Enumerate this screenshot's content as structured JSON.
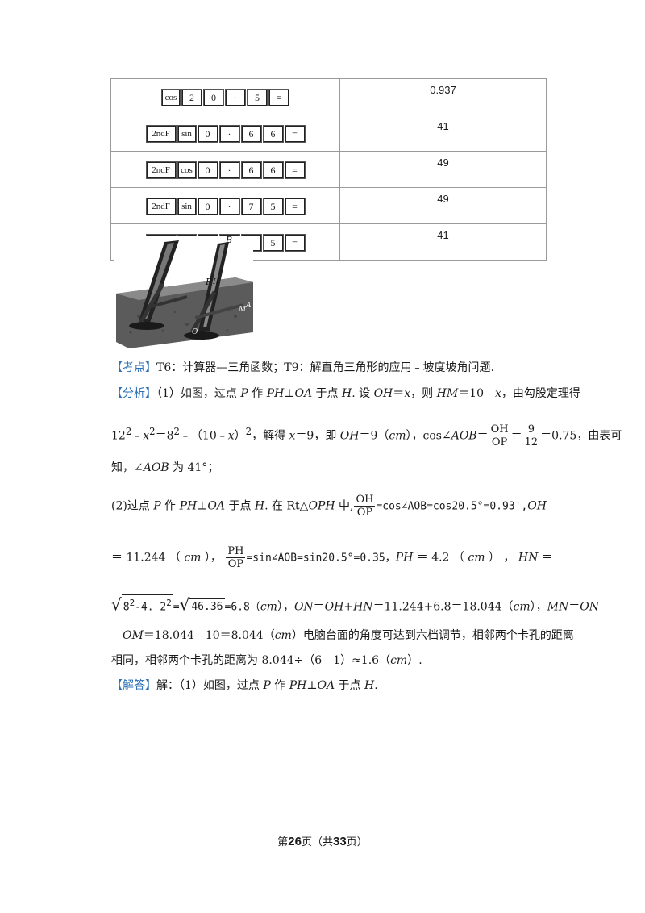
{
  "table": {
    "rows": [
      {
        "keys": [
          "cos",
          "2",
          "0",
          "·",
          "5",
          "="
        ],
        "result": "0.937"
      },
      {
        "keys": [
          "2ndF",
          "sin",
          "0",
          "·",
          "6",
          "6",
          "="
        ],
        "result": "41"
      },
      {
        "keys": [
          "2ndF",
          "cos",
          "0",
          "·",
          "6",
          "6",
          "="
        ],
        "result": "49"
      },
      {
        "keys": [
          "2ndF",
          "sin",
          "0",
          "·",
          "7",
          "5",
          "="
        ],
        "result": "49"
      },
      {
        "keys": [
          "2ndF",
          "cos",
          "0",
          "·",
          "7",
          "5",
          "="
        ],
        "result": "41"
      }
    ]
  },
  "figure": {
    "labels": {
      "b": "B",
      "p": "P",
      "h": "H",
      "m": "M",
      "a": "A",
      "o": "O"
    }
  },
  "kaodian": {
    "tag": "【考点】",
    "text": "T6：计算器—三角函数；T9：解直角三角形的应用﹣坡度坡角问题."
  },
  "fenxi": {
    "tag": "【分析】",
    "l1a": "（1）如图，过点 ",
    "l1b": "P",
    "l1c": " 作 ",
    "l1d": "PH",
    "l1e": "⊥",
    "l1f": "OA",
    "l1g": " 于点 ",
    "l1h": "H",
    "l1i": ". 设 ",
    "l1j": "OH",
    "l1k": "＝",
    "l1l": "x",
    "l1m": "，则 ",
    "l1n": "HM",
    "l1o": "＝10﹣",
    "l1p": "x",
    "l1q": "，由勾股定理得",
    "l2a": "12",
    "l2b": "2",
    "l2c": "﹣",
    "l2d": "x",
    "l2e": "2",
    "l2f": "＝8",
    "l2g": "2",
    "l2h": "﹣（10﹣",
    "l2i": "x",
    "l2j": "）",
    "l2k": "2",
    "l2l": "，解得 ",
    "l2m": "x",
    "l2n": "＝9，即 ",
    "l2o": "OH",
    "l2p": "＝9（",
    "l2q": "cm",
    "l2r": "），cos∠",
    "l2s": "AOB",
    "l2t": "＝",
    "f1n": "OH",
    "f1d": "OP",
    "l2u": "＝",
    "f2n": "9",
    "f2d": "12",
    "l2v": "＝0.75，由表可",
    "l3a": "知，∠",
    "l3b": "AOB",
    "l3c": " 为 41°；",
    "l4a": "(2)过点 ",
    "l4b": "P",
    "l4c": " 作 ",
    "l4d": "PH",
    "l4e": "⊥",
    "l4f": "OA",
    "l4g": " 于点 ",
    "l4h": "H",
    "l4i": ". 在 Rt△",
    "l4j": "OPH",
    "l4k": " 中,",
    "f3n": "OH",
    "f3d": "OP",
    "l4l": "=cos∠AOB=cos20.5°=0.93',",
    "l4m": "OH",
    "l5a": "＝ 11.244 （ ",
    "l5b": "cm",
    "l5c": " ）， ",
    "f4n": "PH",
    "f4d": "OP",
    "l5d": "=sin∠AOB=sin20.5°=0.35，",
    "l5e": "PH",
    "l5f": " ＝ 4.2 （ ",
    "l5g": "cm",
    "l5h": " ） ，  ",
    "l5i": "HN",
    "l5j": " ＝",
    "l6a": "√",
    "l6b": "8",
    "l6c": "2",
    "l6d": "-4. 2",
    "l6e": "2",
    "l6f": "=",
    "l6g": "√",
    "l6h": "46.36",
    "l6i": "=6.8（",
    "l6j": "cm",
    "l6k": "），",
    "l6l": "ON",
    "l6m": "＝",
    "l6n": "OH",
    "l6o": "+",
    "l6p": "HN",
    "l6q": "＝11.244+6.8＝18.044（",
    "l6r": "cm",
    "l6s": "），",
    "l6t": "MN",
    "l6u": "＝",
    "l6v": "ON",
    "l7a": "﹣",
    "l7b": "OM",
    "l7c": "＝18.044﹣10＝8.044（",
    "l7d": "cm",
    "l7e": "）电脑台面的角度可达到六档调节，相邻两个卡孔的距离",
    "l8a": "相同，相邻两个卡孔的距离为 8.044÷（6﹣1）≈1.6（",
    "l8b": "cm",
    "l8c": "）."
  },
  "jieda": {
    "tag": "【解答】",
    "t1": "解：（1）如图，过点 ",
    "t2": "P",
    "t3": " 作 ",
    "t4": "PH",
    "t5": "⊥",
    "t6": "OA",
    "t7": " 于点 ",
    "t8": "H",
    "t9": "."
  },
  "footer": {
    "a": "第",
    "page": "26",
    "b": "页（共",
    "total": "33",
    "c": "页）"
  }
}
